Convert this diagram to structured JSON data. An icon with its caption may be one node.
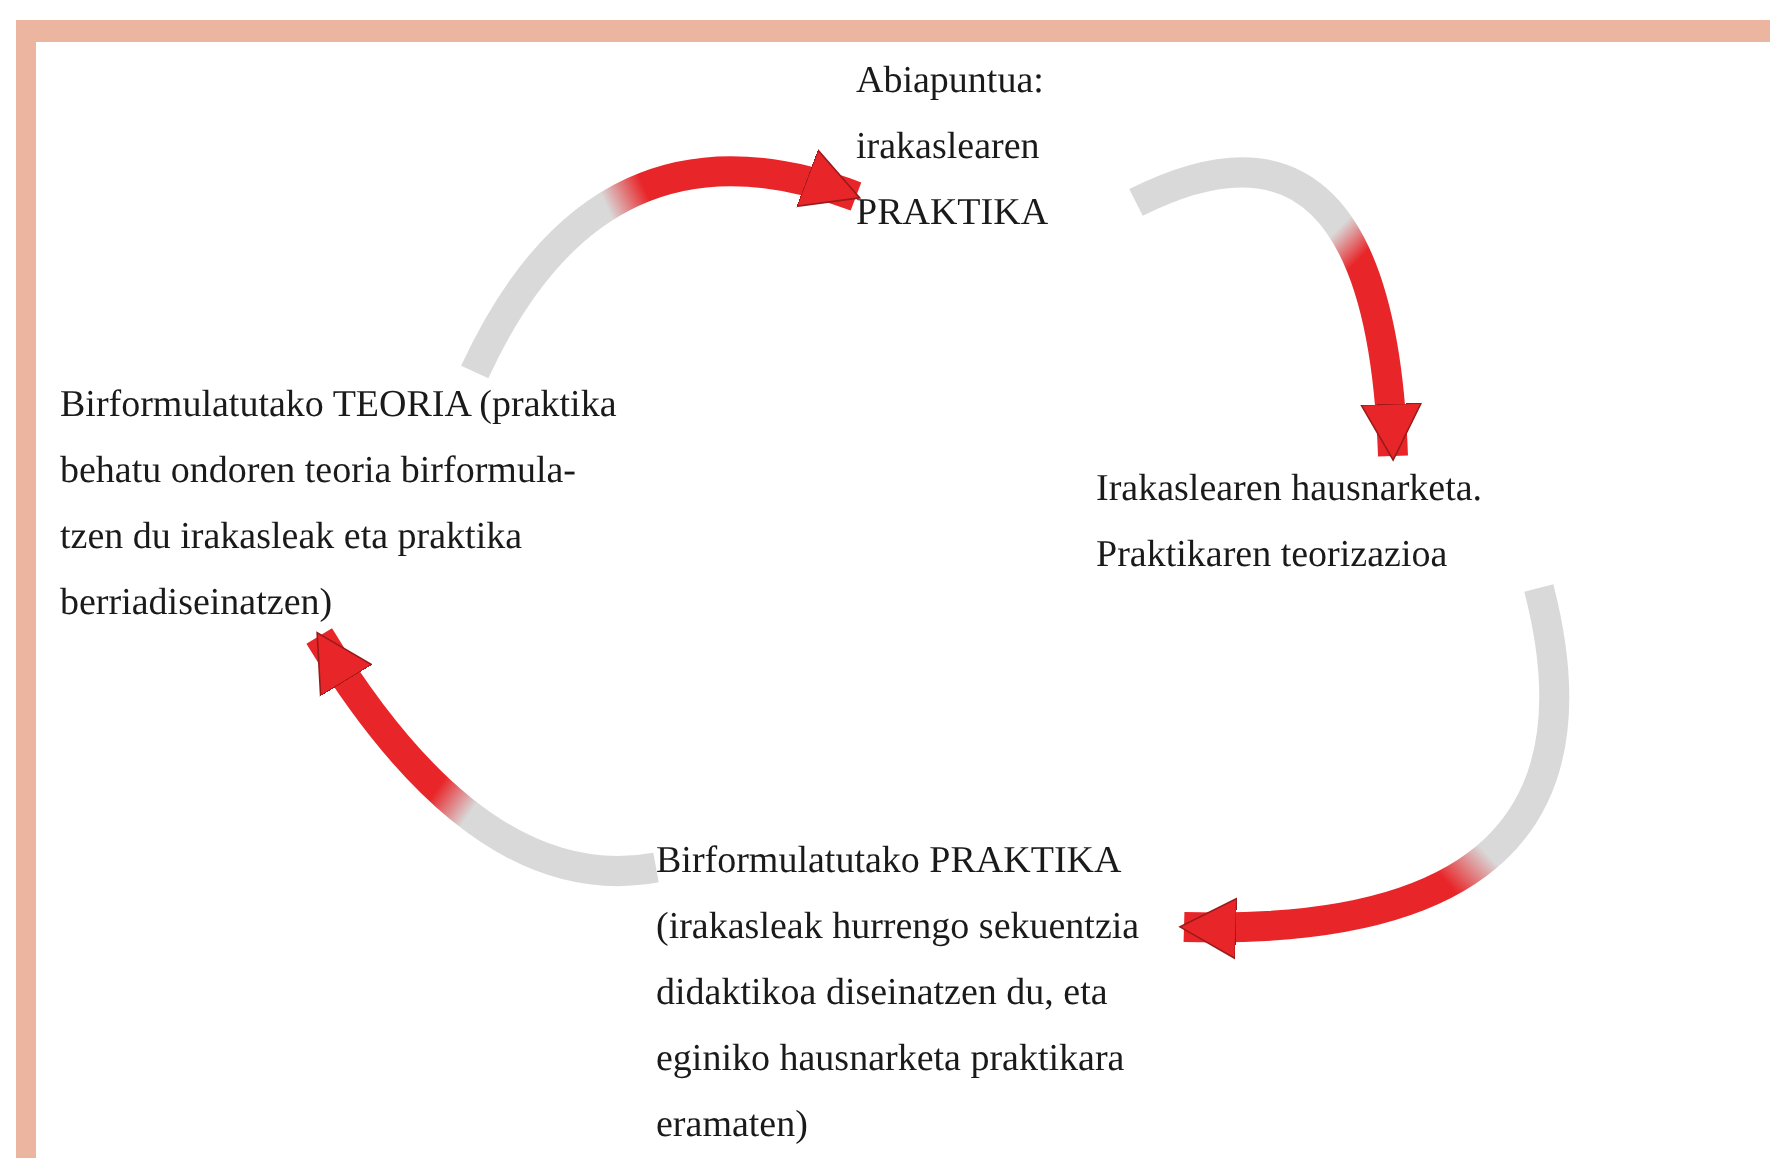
{
  "diagram": {
    "nodes": [
      {
        "text": [
          "Abiapuntua: irakaslearen PRAKTIKA"
        ]
      },
      {
        "text": [
          "Birformulatutako TEORIA (praktika behatu ondoren teoria birformula-tzen du irakasleak eta praktika berriadiseinatzen)"
        ]
      },
      {
        "text": [
          "Irakaslearen hausnarketa. Praktikaren teorizazioa"
        ]
      },
      {
        "text": [
          "Birformulatutako PRAKTIKA (irakasleak hurrengo sekuentzia didaktikoa diseinatzen du, eta eginiko hausnarketa praktikara eramaten)"
        ]
      }
    ],
    "edges": [
      {
        "from": 0,
        "to": 2,
        "arrow": "to"
      },
      {
        "from": 2,
        "to": 3,
        "arrow": "to"
      },
      {
        "from": 3,
        "to": 1,
        "arrow": "to"
      },
      {
        "from": 1,
        "to": 0,
        "arrow": "to"
      }
    ]
  }
}
